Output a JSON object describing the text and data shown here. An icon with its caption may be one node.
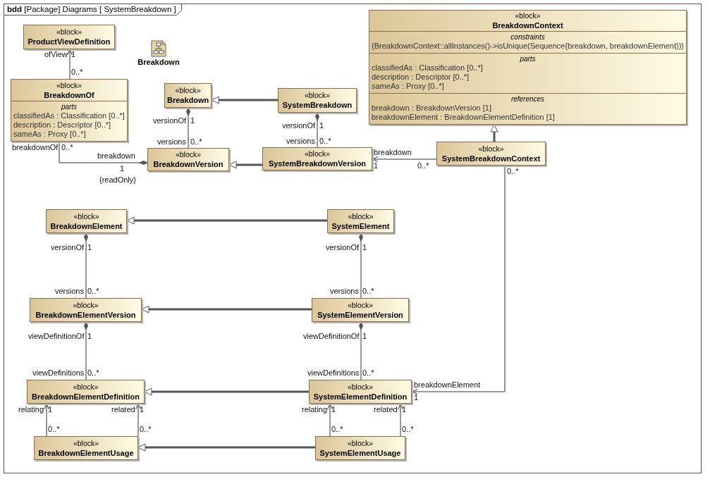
{
  "diagram": {
    "title": "**bdd** [Package] Diagrams [ SystemBreakdown ]",
    "nodes": [
      {
        "text": [
          "«block»",
          "ProductViewDefinition"
        ]
      },
      {
        "text": [
          "Breakdown"
        ]
      },
      {
        "text": [
          "«block»",
          "BreakdownOf",
          "parts",
          "classifiedAs : Classification [0..*]",
          "description : Descriptor [0..*]",
          "sameAs : Proxy [0..*]"
        ]
      },
      {
        "text": [
          "«block»",
          "Breakdown"
        ]
      },
      {
        "text": [
          "«block»",
          "SystemBreakdown"
        ]
      },
      {
        "text": [
          "«block»",
          "BreakdownContext",
          "constraints",
          "{BreakdownContext::allInstances()->isUnique(Sequence{breakdown, breakdownElement})}",
          "parts",
          "classifiedAs : Classification [0..*]",
          "description : Descriptor [0..*]",
          "sameAs : Proxy [0..*]",
          "references",
          "breakdown : BreakdownVersion [1]",
          "breakdownElement : BreakdownElementDefinition [1]"
        ]
      },
      {
        "text": [
          "«block»",
          "BreakdownVersion"
        ]
      },
      {
        "text": [
          "«block»",
          "SystemBreakdownVersion"
        ]
      },
      {
        "text": [
          "«block»",
          "SystemBreakdownContext"
        ]
      },
      {
        "text": [
          "«block»",
          "BreakdownElement"
        ]
      },
      {
        "text": [
          "«block»",
          "SystemElement"
        ]
      },
      {
        "text": [
          "«block»",
          "BreakdownElementVersion"
        ]
      },
      {
        "text": [
          "«block»",
          "SystemElementVersion"
        ]
      },
      {
        "text": [
          "«block»",
          "BreakdownElementDefinition"
        ]
      },
      {
        "text": [
          "«block»",
          "SystemElementDefinition"
        ]
      },
      {
        "text": [
          "«block»",
          "BreakdownElementUsage"
        ]
      },
      {
        "text": [
          "«block»",
          "SystemElementUsage"
        ]
      }
    ],
    "edges": [
      {
        "from": 2,
        "to": 0,
        "arrow": "to"
      },
      {
        "from": 4,
        "to": 3,
        "arrow": "to",
        "style": "thick"
      },
      {
        "from": 6,
        "to": 3,
        "arrow": "other"
      },
      {
        "from": 7,
        "to": 4,
        "arrow": "other"
      },
      {
        "from": 2,
        "to": 6,
        "arrow": "other"
      },
      {
        "from": 7,
        "to": 6,
        "arrow": "to",
        "style": "thick"
      },
      {
        "from": 8,
        "to": 7,
        "arrow": "to"
      },
      {
        "from": 8,
        "to": 5,
        "arrow": "to",
        "style": "thick"
      },
      {
        "from": 10,
        "to": 9,
        "arrow": "to",
        "style": "thick"
      },
      {
        "from": 11,
        "to": 9,
        "arrow": "other"
      },
      {
        "from": 12,
        "to": 10,
        "arrow": "other"
      },
      {
        "from": 12,
        "to": 11,
        "arrow": "to",
        "style": "thick"
      },
      {
        "from": 13,
        "to": 11,
        "arrow": "other"
      },
      {
        "from": 14,
        "to": 12,
        "arrow": "other"
      },
      {
        "from": 14,
        "to": 13,
        "arrow": "to",
        "style": "thick"
      },
      {
        "from": 8,
        "to": 14,
        "arrow": "to"
      },
      {
        "from": 15,
        "to": 13,
        "arrow": "to"
      },
      {
        "from": 15,
        "to": 13,
        "arrow": "to"
      },
      {
        "from": 16,
        "to": 14,
        "arrow": "to"
      },
      {
        "from": 16,
        "to": 14,
        "arrow": "to"
      },
      {
        "from": 16,
        "to": 15,
        "arrow": "to",
        "style": "thick"
      }
    ],
    "labels": [
      "ofView",
      "1",
      "0..*",
      "versionOf",
      "1",
      "versions",
      "0..*",
      "versionOf",
      "1",
      "versions",
      "0..*",
      "breakdownOf",
      "0..*",
      "breakdown",
      "breakdown",
      "1",
      "1",
      "0..*",
      "0..*",
      "{readOnly}",
      "versionOf",
      "1",
      "versionOf",
      "1",
      "versions",
      "0..*",
      "versions",
      "0..*",
      "viewDefinitionOf",
      "1",
      "viewDefinitionOf",
      "1",
      "viewDefinitions",
      "0..*",
      "viewDefinitions",
      "0..*",
      "breakdownElement",
      "1",
      "relating",
      "1",
      "related",
      "1",
      "relating",
      "1",
      "related",
      "1",
      "0..*",
      "0..*",
      "0..*",
      "0..*"
    ]
  }
}
